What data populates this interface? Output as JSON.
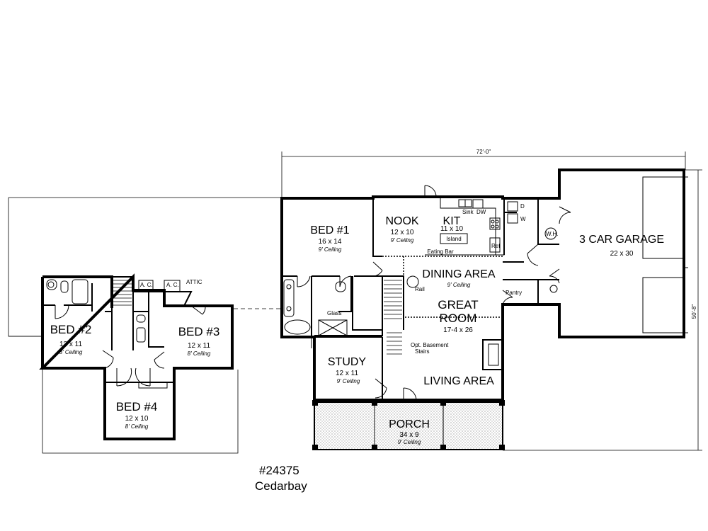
{
  "plan": {
    "number": "#24375",
    "name": "Cedarbay"
  },
  "upper_floor": {
    "bed2": {
      "name": "BED #2",
      "size": "12 x 11",
      "ceiling": "8' Ceiling"
    },
    "bed3": {
      "name": "BED #3",
      "size": "12 x 11",
      "ceiling": "8' Ceiling"
    },
    "bed4": {
      "name": "BED #4",
      "size": "12 x 10",
      "ceiling": "8' Ceiling"
    },
    "ac_label": "A. C.",
    "attic_label": "ATTIC"
  },
  "main_floor": {
    "overall_width": "72'-0\"",
    "overall_depth": "50'-8\"",
    "bed1": {
      "name": "BED #1",
      "size": "16 x 14",
      "ceiling": "9' Ceiling"
    },
    "nook": {
      "name": "NOOK",
      "size": "12 x 10",
      "ceiling": "9' Ceiling"
    },
    "kit": {
      "name": "KIT",
      "size": "11 x 10"
    },
    "island": "Island",
    "eating_bar": "Eating Bar",
    "sink": "Sink",
    "dw": "DW",
    "ref": "Ref",
    "dryer": "D",
    "washer": "W",
    "wh": "W.H.",
    "pantry": "Pantry",
    "garage": {
      "name": "3 CAR GARAGE",
      "size": "22 x 30"
    },
    "dining": {
      "name": "DINING AREA",
      "ceiling": "9' Ceiling"
    },
    "rail": "Rail",
    "great_room": {
      "line1": "GREAT",
      "line2": "ROOM",
      "size": "17-4 x 26"
    },
    "glass": "Glass",
    "basement_stairs": {
      "line1": "Opt. Basement",
      "line2": "Stairs"
    },
    "study": {
      "name": "STUDY",
      "size": "12 x 11",
      "ceiling": "9' Ceiling"
    },
    "living": {
      "name": "LIVING AREA"
    },
    "porch": {
      "name": "PORCH",
      "size": "34 x 9",
      "ceiling": "9' Ceiling"
    }
  }
}
